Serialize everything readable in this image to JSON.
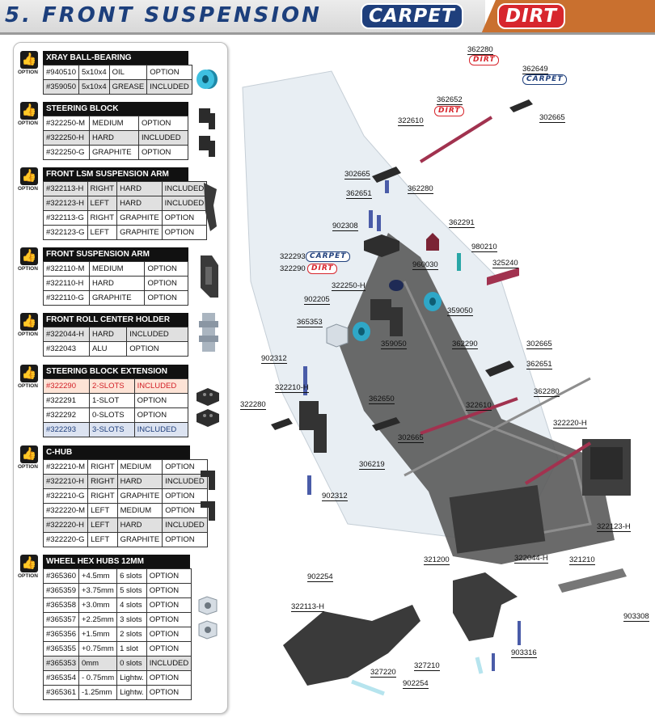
{
  "header": {
    "title": "5. FRONT SUSPENSION",
    "carpet": "CARPET",
    "dirt": "DIRT"
  },
  "badge": {
    "icon": "thumbs-up-icon",
    "label": "OPTION"
  },
  "sections": [
    {
      "title": "XRAY BALL-BEARING",
      "rows": [
        [
          "#940510",
          "5x10x4",
          "OIL",
          "OPTION"
        ],
        [
          "#359050",
          "5x10x4",
          "GREASE",
          "INCLUDED"
        ]
      ]
    },
    {
      "title": "STEERING  BLOCK",
      "rows": [
        [
          "#322250-M",
          "MEDIUM",
          "OPTION"
        ],
        [
          "#322250-H",
          "HARD",
          "INCLUDED"
        ],
        [
          "#322250-G",
          "GRAPHITE",
          "OPTION"
        ]
      ]
    },
    {
      "title": "FRONT LSM SUSPENSION ARM",
      "rows": [
        [
          "#322113-H",
          "RIGHT",
          "HARD",
          "INCLUDED"
        ],
        [
          "#322123-H",
          "LEFT",
          "HARD",
          "INCLUDED"
        ],
        [
          "#322113-G",
          "RIGHT",
          "GRAPHITE",
          "OPTION"
        ],
        [
          "#322123-G",
          "LEFT",
          "GRAPHITE",
          "OPTION"
        ]
      ]
    },
    {
      "title": "FRONT SUSPENSION ARM",
      "rows": [
        [
          "#322110-M",
          "MEDIUM",
          "OPTION"
        ],
        [
          "#322110-H",
          "HARD",
          "OPTION"
        ],
        [
          "#322110-G",
          "GRAPHITE",
          "OPTION"
        ]
      ]
    },
    {
      "title": "FRONT ROLL CENTER HOLDER",
      "rows": [
        [
          "#322044-H",
          "HARD",
          "INCLUDED"
        ],
        [
          "#322043",
          "ALU",
          "OPTION"
        ]
      ]
    },
    {
      "title": "STEERING  BLOCK EXTENSION",
      "rows": [
        [
          "#322290",
          "2-SLOTS",
          "INCLUDED"
        ],
        [
          "#322291",
          "1-SLOT",
          "OPTION"
        ],
        [
          "#322292",
          "0-SLOTS",
          "OPTION"
        ],
        [
          "#322293",
          "3-SLOTS",
          "INCLUDED"
        ]
      ]
    },
    {
      "title": "C-HUB",
      "rows": [
        [
          "#322210-M",
          "RIGHT",
          "MEDIUM",
          "OPTION"
        ],
        [
          "#322210-H",
          "RIGHT",
          "HARD",
          "INCLUDED"
        ],
        [
          "#322210-G",
          "RIGHT",
          "GRAPHITE",
          "OPTION"
        ],
        [
          "#322220-M",
          "LEFT",
          "MEDIUM",
          "OPTION"
        ],
        [
          "#322220-H",
          "LEFT",
          "HARD",
          "INCLUDED"
        ],
        [
          "#322220-G",
          "LEFT",
          "GRAPHITE",
          "OPTION"
        ]
      ]
    },
    {
      "title": "WHEEL HEX HUBS 12MM",
      "rows": [
        [
          "#365360",
          "+4.5mm",
          "6 slots",
          "OPTION"
        ],
        [
          "#365359",
          "+3.75mm",
          "5 slots",
          "OPTION"
        ],
        [
          "#365358",
          "+3.0mm",
          "4 slots",
          "OPTION"
        ],
        [
          "#365357",
          "+2.25mm",
          "3 slots",
          "OPTION"
        ],
        [
          "#365356",
          "+1.5mm",
          "2 slots",
          "OPTION"
        ],
        [
          "#365355",
          "+0.75mm",
          "1 slot",
          "OPTION"
        ],
        [
          "#365353",
          "0mm",
          "0 slots",
          "INCLUDED"
        ],
        [
          "#365354",
          "- 0.75mm",
          "Lightw.",
          "OPTION"
        ],
        [
          "#365361",
          "-1.25mm",
          "Lightw.",
          "OPTION"
        ]
      ]
    }
  ],
  "parts": {
    "p362280a": "362280",
    "p362649": "362649",
    "p362652": "362652",
    "p302665a": "302665",
    "p322610a": "322610",
    "p302665b": "302665",
    "p362651a": "362651",
    "p362280b": "362280",
    "p902308": "902308",
    "p362291": "362291",
    "p980210": "980210",
    "p322293": "322293",
    "p322290a": "322290",
    "p960030": "960030",
    "p325240": "325240",
    "p322250h": "322250-H",
    "p902205": "902205",
    "p359050a": "359050",
    "p365353": "365353",
    "p359050b": "359050",
    "p362290": "362290",
    "p302665c": "302665",
    "p362651b": "362651",
    "p362280c": "362280",
    "p902312a": "902312",
    "p322210h": "322210-H",
    "p322280": "322280",
    "p362650": "362650",
    "p322610b": "322610",
    "p302665d": "302665",
    "p322220h": "322220-H",
    "p306219": "306219",
    "p902312b": "902312",
    "p322123h": "322123-H",
    "p322044h": "322044-H",
    "p321200": "321200",
    "p321210": "321210",
    "p902254a": "902254",
    "p322113h": "322113-H",
    "p903308": "903308",
    "p903316": "903316",
    "p327210": "327210",
    "p327220": "327220",
    "p902254b": "902254"
  },
  "tags": {
    "carpet": "CARPET",
    "dirt": "DIRT"
  },
  "colors": {
    "title_blue": "#1c3f7c",
    "dirt_red": "#d7262d",
    "header_orange": "#c9702f",
    "highlight_orange": "#fde3d6",
    "highlight_blue": "#dce3f1",
    "part_cyan": "#2fa7c7",
    "link_red": "#9c2b44"
  }
}
